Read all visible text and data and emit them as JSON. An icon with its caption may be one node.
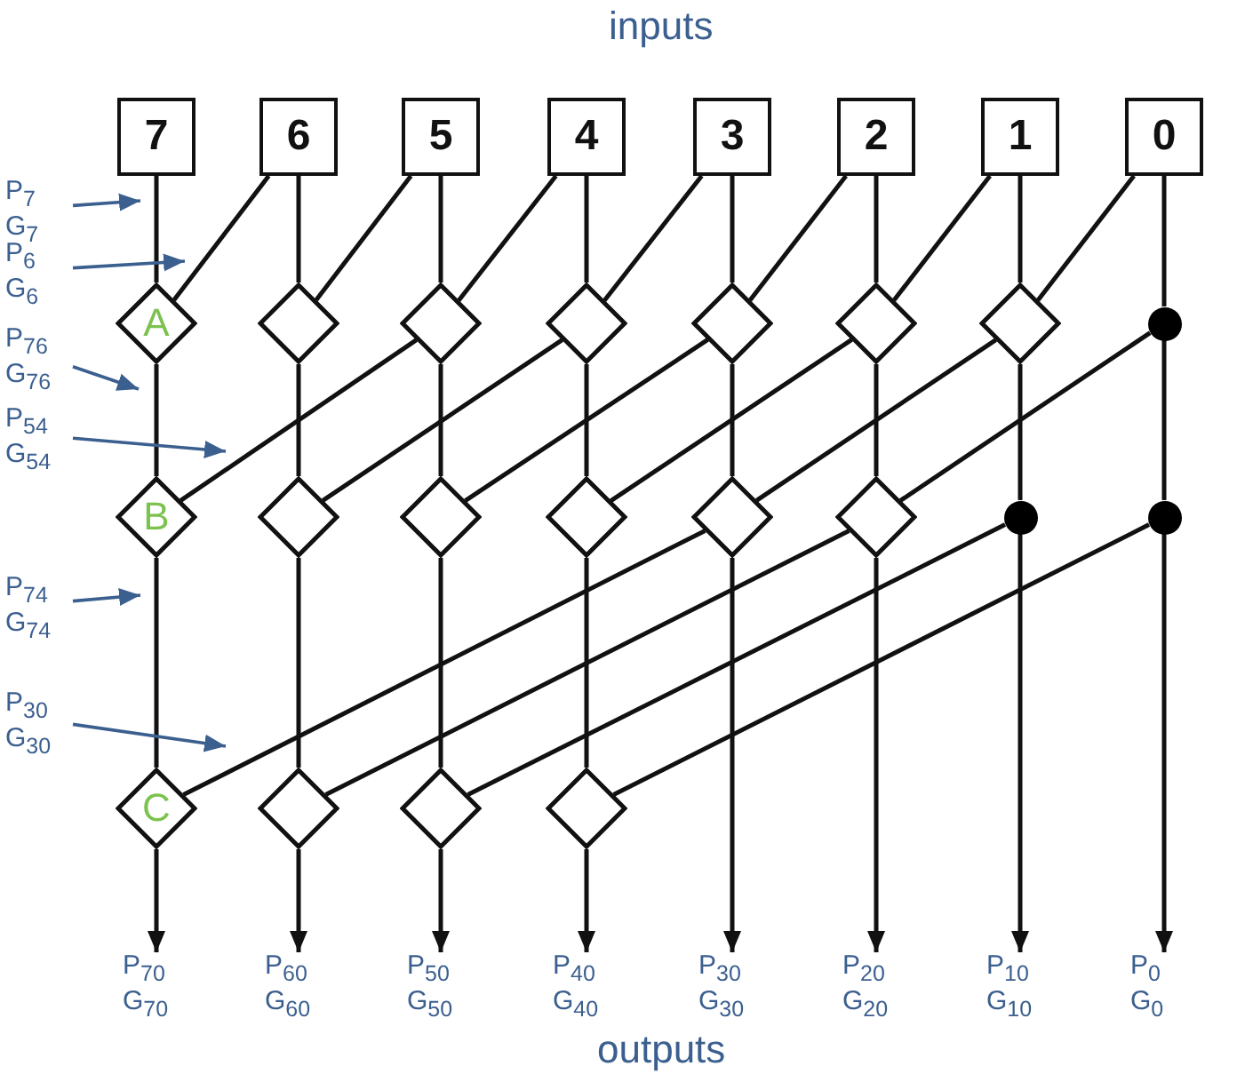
{
  "diagram": {
    "nodes": [
      {
        "text": [
          "7"
        ]
      },
      {
        "text": [
          "6"
        ]
      },
      {
        "text": [
          "5"
        ]
      },
      {
        "text": [
          "4"
        ]
      },
      {
        "text": [
          "3"
        ]
      },
      {
        "text": [
          "2"
        ]
      },
      {
        "text": [
          "1"
        ]
      },
      {
        "text": [
          "0"
        ]
      },
      {
        "text": [
          "A"
        ]
      },
      {
        "text": [],
        "shape": "diamond"
      },
      {
        "text": [],
        "shape": "diamond"
      },
      {
        "text": [],
        "shape": "diamond"
      },
      {
        "text": [],
        "shape": "diamond"
      },
      {
        "text": [],
        "shape": "diamond"
      },
      {
        "text": [],
        "shape": "diamond"
      },
      {
        "text": [],
        "shape": "circle"
      },
      {
        "text": [
          "B"
        ]
      },
      {
        "text": [],
        "shape": "diamond"
      },
      {
        "text": [],
        "shape": "diamond"
      },
      {
        "text": [],
        "shape": "diamond"
      },
      {
        "text": [],
        "shape": "diamond"
      },
      {
        "text": [],
        "shape": "diamond"
      },
      {
        "text": [],
        "shape": "circle"
      },
      {
        "text": [],
        "shape": "circle"
      },
      {
        "text": [
          "C"
        ]
      },
      {
        "text": [],
        "shape": "diamond"
      },
      {
        "text": [],
        "shape": "diamond"
      },
      {
        "text": [],
        "shape": "diamond"
      },
      {
        "text": [
          "P$_{70}$",
          "G$_{70}$"
        ]
      },
      {
        "text": [
          "P$_{60}$",
          "G$_{60}$"
        ]
      },
      {
        "text": [
          "P$_{50}$",
          "G$_{50}$"
        ]
      },
      {
        "text": [
          "P$_{40}$",
          "G$_{40}$"
        ]
      },
      {
        "text": [
          "P$_{30}$",
          "G$_{30}$"
        ]
      },
      {
        "text": [
          "P$_{20}$",
          "G$_{20}$"
        ]
      },
      {
        "text": [
          "P$_{10}$",
          "G$_{10}$"
        ]
      },
      {
        "text": [
          "P$_{0}$",
          "G$_{0}$"
        ]
      },
      {
        "text": [
          "P$_{7}$",
          "G$_{7}$"
        ]
      },
      {
        "text": [
          "P$_{6}$",
          "G$_{6}$"
        ]
      },
      {
        "text": [
          "P$_{76}$",
          "G$_{76}$"
        ]
      },
      {
        "text": [
          "P$_{54}$",
          "G$_{54}$"
        ]
      },
      {
        "text": [
          "P$_{74}$",
          "G$_{74}$"
        ]
      },
      {
        "text": [
          "P$_{30}$",
          "G$_{30}$"
        ]
      }
    ],
    "edges": [
      {
        "from": 0,
        "to": 8,
        "arrow": "none"
      },
      {
        "from": 1,
        "to": 8,
        "arrow": "none"
      },
      {
        "from": 1,
        "to": 9,
        "arrow": "none"
      },
      {
        "from": 2,
        "to": 9,
        "arrow": "none"
      },
      {
        "from": 2,
        "to": 10,
        "arrow": "none"
      },
      {
        "from": 3,
        "to": 10,
        "arrow": "none"
      },
      {
        "from": 3,
        "to": 11,
        "arrow": "none"
      },
      {
        "from": 4,
        "to": 11,
        "arrow": "none"
      },
      {
        "from": 4,
        "to": 12,
        "arrow": "none"
      },
      {
        "from": 5,
        "to": 12,
        "arrow": "none"
      },
      {
        "from": 5,
        "to": 13,
        "arrow": "none"
      },
      {
        "from": 6,
        "to": 13,
        "arrow": "none"
      },
      {
        "from": 6,
        "to": 14,
        "arrow": "none"
      },
      {
        "from": 7,
        "to": 14,
        "arrow": "none"
      },
      {
        "from": 7,
        "to": 15,
        "arrow": "none"
      },
      {
        "from": 8,
        "to": 16,
        "arrow": "none"
      },
      {
        "from": 10,
        "to": 16,
        "arrow": "none"
      },
      {
        "from": 9,
        "to": 17,
        "arrow": "none"
      },
      {
        "from": 11,
        "to": 17,
        "arrow": "none"
      },
      {
        "from": 10,
        "to": 18,
        "arrow": "none"
      },
      {
        "from": 12,
        "to": 18,
        "arrow": "none"
      },
      {
        "from": 11,
        "to": 19,
        "arrow": "none"
      },
      {
        "from": 13,
        "to": 19,
        "arrow": "none"
      },
      {
        "from": 12,
        "to": 20,
        "arrow": "none"
      },
      {
        "from": 14,
        "to": 20,
        "arrow": "none"
      },
      {
        "from": 13,
        "to": 21,
        "arrow": "none"
      },
      {
        "from": 15,
        "to": 21,
        "arrow": "none"
      },
      {
        "from": 14,
        "to": 22,
        "arrow": "none"
      },
      {
        "from": 15,
        "to": 23,
        "arrow": "none"
      },
      {
        "from": 16,
        "to": 24,
        "arrow": "none"
      },
      {
        "from": 20,
        "to": 24,
        "arrow": "none"
      },
      {
        "from": 17,
        "to": 25,
        "arrow": "none"
      },
      {
        "from": 21,
        "to": 25,
        "arrow": "none"
      },
      {
        "from": 18,
        "to": 26,
        "arrow": "none"
      },
      {
        "from": 22,
        "to": 26,
        "arrow": "none"
      },
      {
        "from": 19,
        "to": 27,
        "arrow": "none"
      },
      {
        "from": 23,
        "to": 27,
        "arrow": "none"
      },
      {
        "from": 24,
        "to": 28,
        "arrow": "to"
      },
      {
        "from": 25,
        "to": 29,
        "arrow": "to"
      },
      {
        "from": 26,
        "to": 30,
        "arrow": "to"
      },
      {
        "from": 27,
        "to": 31,
        "arrow": "to"
      },
      {
        "from": 20,
        "to": 32,
        "arrow": "to"
      },
      {
        "from": 21,
        "to": 33,
        "arrow": "to"
      },
      {
        "from": 22,
        "to": 34,
        "arrow": "to"
      },
      {
        "from": 23,
        "to": 35,
        "arrow": "to"
      },
      {
        "from": 36,
        "to": 0,
        "arrow": "to",
        "color": "#3b5f8f"
      },
      {
        "from": 37,
        "to": 8,
        "arrow": "to",
        "color": "#3b5f8f"
      },
      {
        "from": 38,
        "to": 8,
        "arrow": "to",
        "color": "#3b5f8f"
      },
      {
        "from": 39,
        "to": null,
        "arrow": "to",
        "color": "#3b5f8f"
      },
      {
        "from": 40,
        "to": 16,
        "arrow": "to",
        "color": "#3b5f8f"
      },
      {
        "from": 41,
        "to": null,
        "arrow": "to",
        "color": "#3b5f8f"
      }
    ],
    "labels": [
      "inputs",
      "outputs"
    ]
  }
}
